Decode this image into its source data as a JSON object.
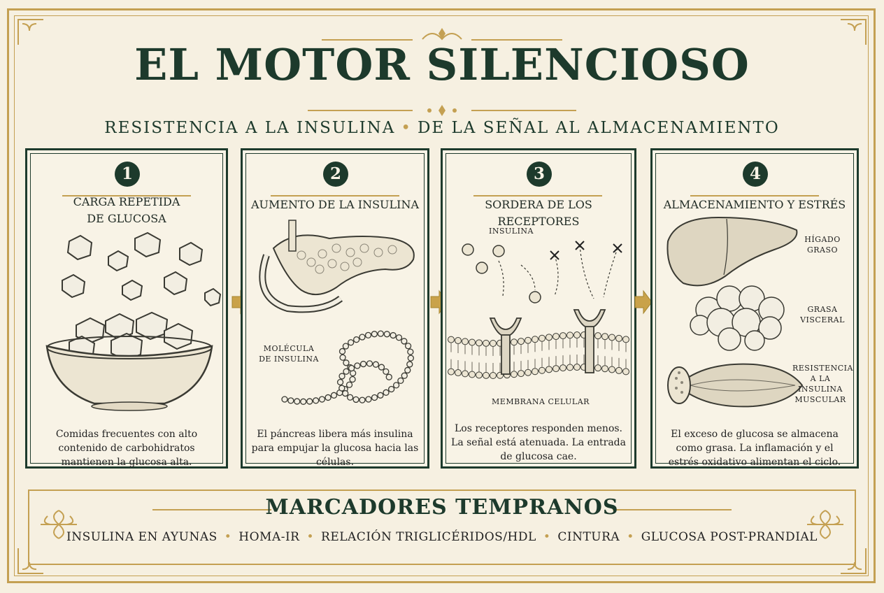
{
  "title": "EL MOTOR SILENCIOSO",
  "subtitle": {
    "left": "RESISTENCIA A LA INSULINA",
    "separator": "•",
    "right": "DE LA SEÑAL AL ALMACENAMIENTO"
  },
  "panels": [
    {
      "number": "1",
      "title": "CARGA REPETIDA\nDE GLUCOSA",
      "description": "Comidas frecuentes con alto contenido de carbohidratos mantienen la glucosa alta."
    },
    {
      "number": "2",
      "title": "AUMENTO DE LA INSULINA",
      "description": "El páncreas libera más insulina para empujar la glucosa hacia las células.",
      "labels": {
        "molecule": "MOLÉCULA\nDE INSULINA"
      }
    },
    {
      "number": "3",
      "title": "SORDERA DE LOS RECEPTORES",
      "description": "Los receptores responden menos. La señal está atenuada. La entrada de glucosa cae.",
      "labels": {
        "insulin": "INSULINA",
        "membrane": "MEMBRANA CELULAR"
      }
    },
    {
      "number": "4",
      "title": "ALMACENAMIENTO Y ESTRÉS",
      "description": "El exceso de glucosa se almacena como grasa. La inflamación y el estrés oxidativo alimentan el ciclo.",
      "labels": {
        "liver": "HÍGADO\nGRASO",
        "fat": "GRASA\nVISCERAL",
        "muscle": "RESISTENCIA\nA LA\nINSULINA\nMUSCULAR"
      }
    }
  ],
  "markers": {
    "title": "MARCADORES TEMPRANOS",
    "items": [
      "INSULINA EN AYUNAS",
      "HOMA-IR",
      "RELACIÓN TRIGLICÉRIDOS/HDL",
      "CINTURA",
      "GLUCOSA POST-PRANDIAL"
    ],
    "separator": "•"
  },
  "colors": {
    "background": "#f6f0e1",
    "accent_gold": "#c4a052",
    "dark_green": "#1d3a2c"
  }
}
